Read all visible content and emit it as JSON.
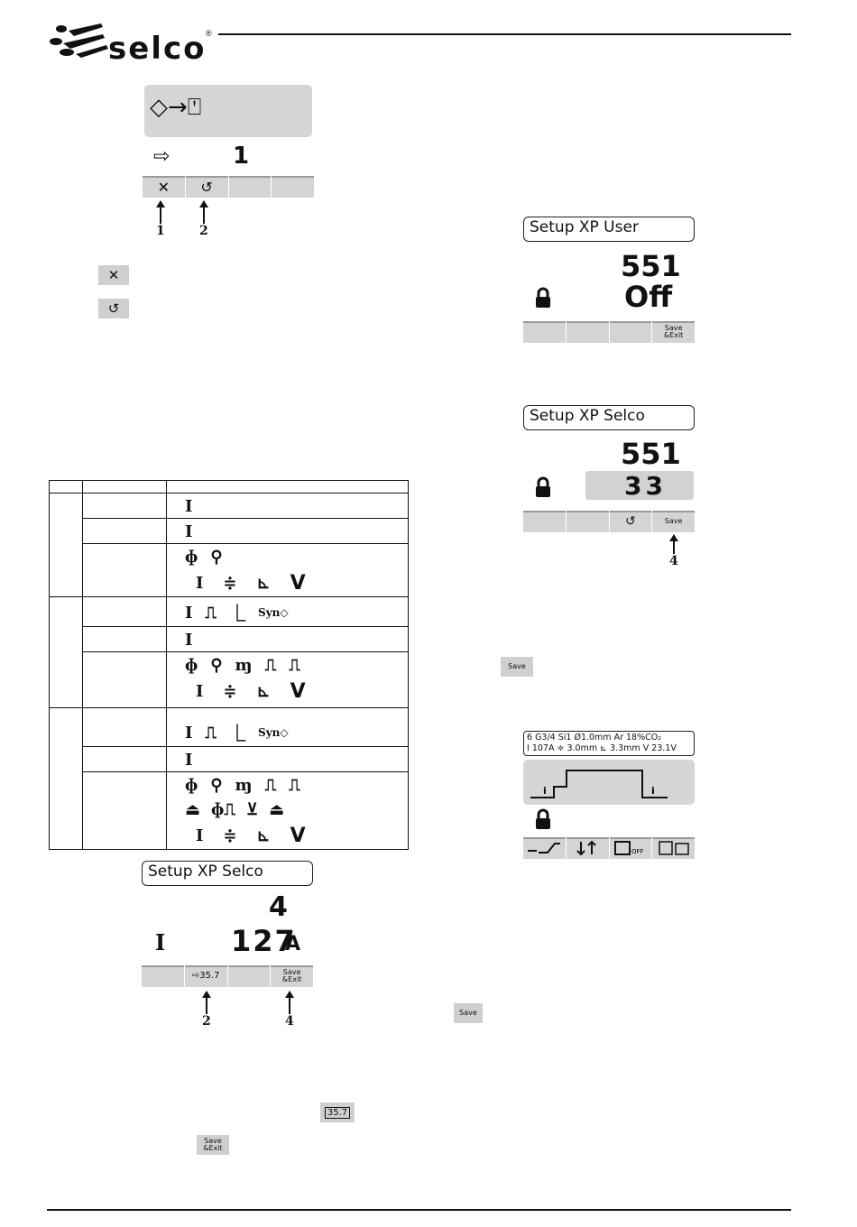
{
  "header": {
    "brand": "selco",
    "registered": "®"
  },
  "fig1": {
    "screen_symbol": "◇→⍞",
    "row_symbol": "⇨",
    "row_value": "1",
    "softkeys": [
      "✕",
      "↺",
      "",
      ""
    ],
    "callouts": [
      "1",
      "2"
    ]
  },
  "legend1": {
    "key1": "✕",
    "key2": "↺"
  },
  "fig2": {
    "title": "Setup  XP  User",
    "number": "551",
    "value": "Off",
    "softkeys": [
      "",
      "",
      "",
      "Save\n&Exit"
    ]
  },
  "fig3": {
    "title": "Setup  XP  Selco",
    "number": "551",
    "value": "33",
    "softkeys": [
      "",
      "",
      "↺",
      "Save"
    ],
    "callout": "4"
  },
  "save_key_1": "Save",
  "fig4": {
    "line1": "6 G3/4 Si1   Ø1.0mm   Ar 18%CO₂",
    "line2": "I  107A  ≑  3.0mm  ⊾ 3.3mm  V 23.1V"
  },
  "save_key_2": "Save",
  "table": {
    "row_v": "V",
    "row_i": "I"
  },
  "fig5": {
    "title": "Setup  XP  Selco",
    "number": "4",
    "param_symbol": "I",
    "value": "127",
    "unit": "A",
    "softkeys": [
      "",
      "⇨35.7",
      "",
      "Save\n&Exit"
    ],
    "callouts": [
      "2",
      "4"
    ]
  },
  "key_357": "35.7",
  "key_save_exit": "Save\n&Exit"
}
